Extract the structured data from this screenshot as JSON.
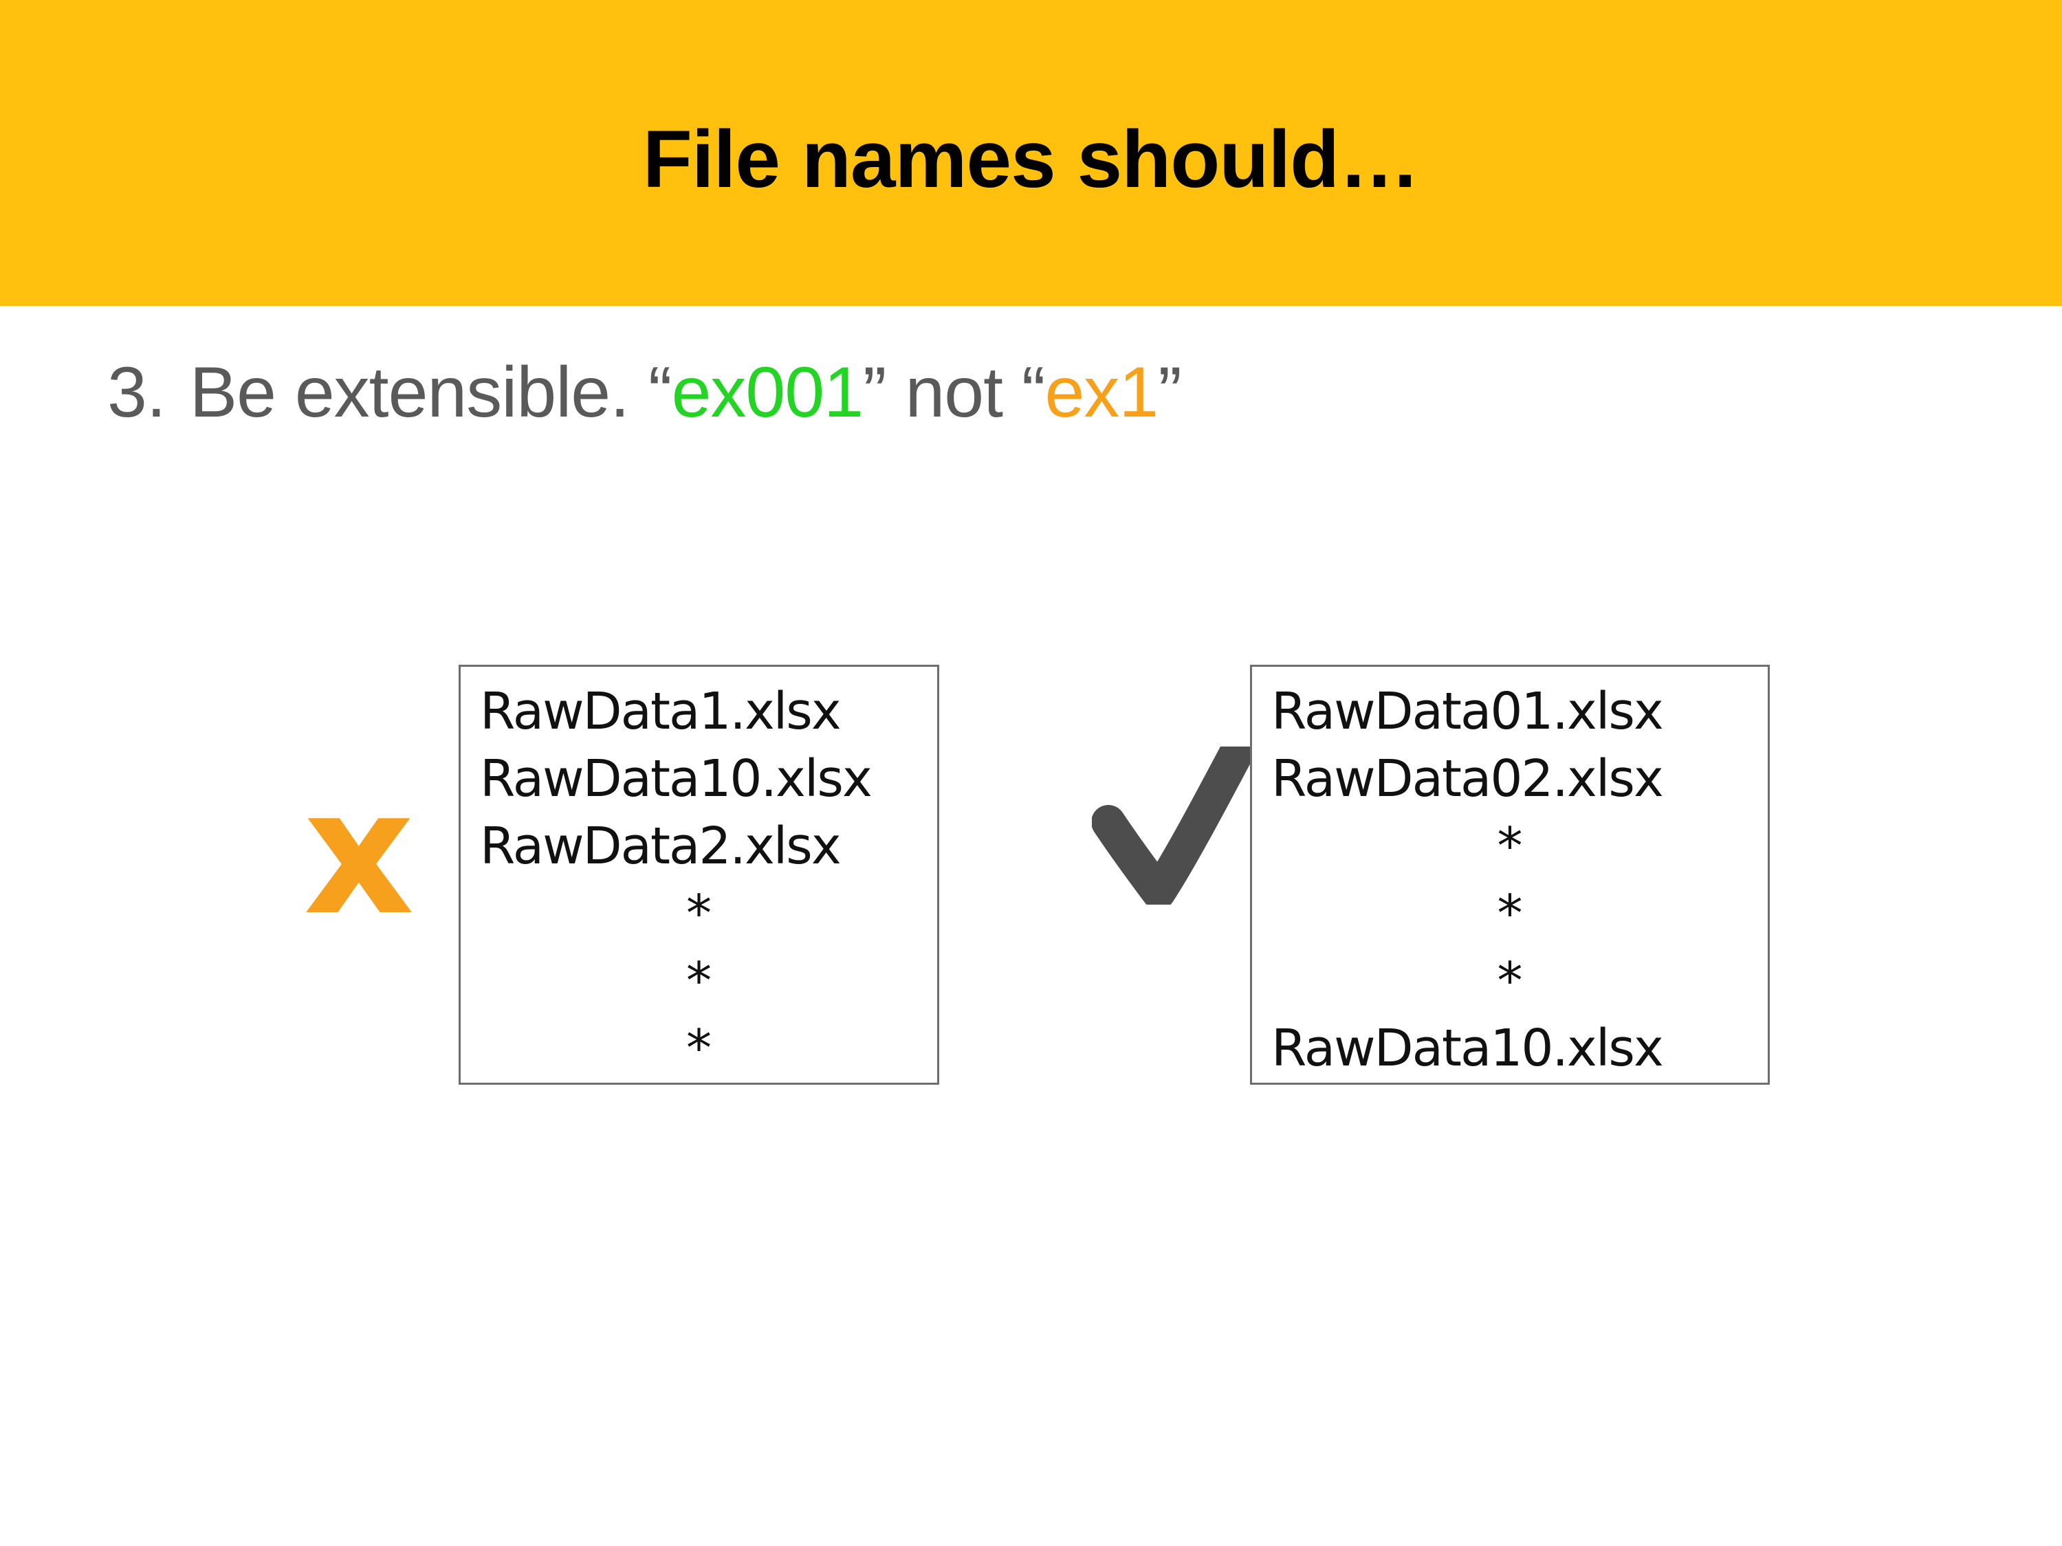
{
  "slide": {
    "header": {
      "title": "File names should…",
      "background_color": "#FFC10D",
      "title_color": "#000000"
    },
    "bullet": {
      "number": "3.",
      "parts": [
        {
          "text": "Be extensible. “",
          "color": "#5A5A5A"
        },
        {
          "text": "ex001",
          "color": "#24D424"
        },
        {
          "text": "” not “",
          "color": "#5A5A5A"
        },
        {
          "text": "ex1",
          "color": "#F7A019"
        },
        {
          "text": "”",
          "color": "#5A5A5A"
        }
      ]
    },
    "bad_example": {
      "mark": "x",
      "mark_color": "#F7A01E",
      "files": [
        "RawData1.xlsx",
        "RawData10.xlsx",
        "RawData2.xlsx",
        "*",
        "*",
        "*"
      ]
    },
    "good_example": {
      "mark_icon": "check-mark",
      "mark_color": "#4D4D4D",
      "files": [
        "RawData01.xlsx",
        "RawData02.xlsx",
        "*",
        "*",
        "*",
        "RawData10.xlsx"
      ]
    },
    "box_border_color": "#6E6E6E"
  }
}
